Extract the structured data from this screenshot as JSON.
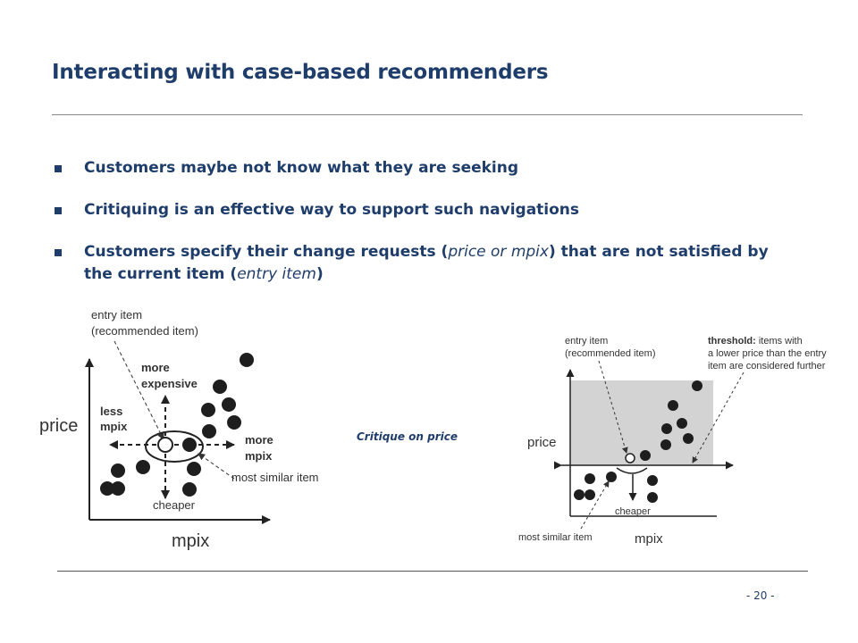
{
  "slide": {
    "title": "Interacting with case-based recommenders",
    "page_number": "- 20 -"
  },
  "bullets": [
    {
      "segments": [
        {
          "text": "Customers maybe not know what they are seeking"
        }
      ]
    },
    {
      "segments": [
        {
          "text": "Critiquing is an effective way to support such navigations"
        }
      ]
    },
    {
      "segments": [
        {
          "text": "Customers specify their change requests ("
        },
        {
          "text": "price or mpix",
          "italic": true
        },
        {
          "text": ") that are not satisfied by the current item ("
        },
        {
          "text": "entry item",
          "italic": true
        },
        {
          "text": ")"
        }
      ]
    }
  ],
  "caption": "Critique on price",
  "diagram_left": {
    "entry_item_label": [
      "entry item",
      "(recommended item)"
    ],
    "y_axis_label": "price",
    "x_axis_label": "mpix",
    "more_expensive_label": [
      "more",
      "expensive"
    ],
    "less_mpix_label": [
      "less",
      "mpix"
    ],
    "more_mpix_label": [
      "more",
      "mpix"
    ],
    "cheaper_label": "cheaper",
    "most_similar_label": "most similar item"
  },
  "diagram_right": {
    "entry_item_label": [
      "entry item",
      "(recommended item)"
    ],
    "threshold_label_bold": "threshold:",
    "threshold_label_rest": " items with",
    "threshold_label_lines": [
      "a lower price than the entry",
      "item are considered further"
    ],
    "y_axis_label": "price",
    "x_axis_label": "mpix",
    "cheaper_label": "cheaper",
    "most_similar_label": "most similar item",
    "threshold_region_color": "#d3d3d3"
  },
  "colors": {
    "title": "#1f3d6b",
    "text": "#1f3d6b",
    "dots": "#1e1e1e"
  }
}
